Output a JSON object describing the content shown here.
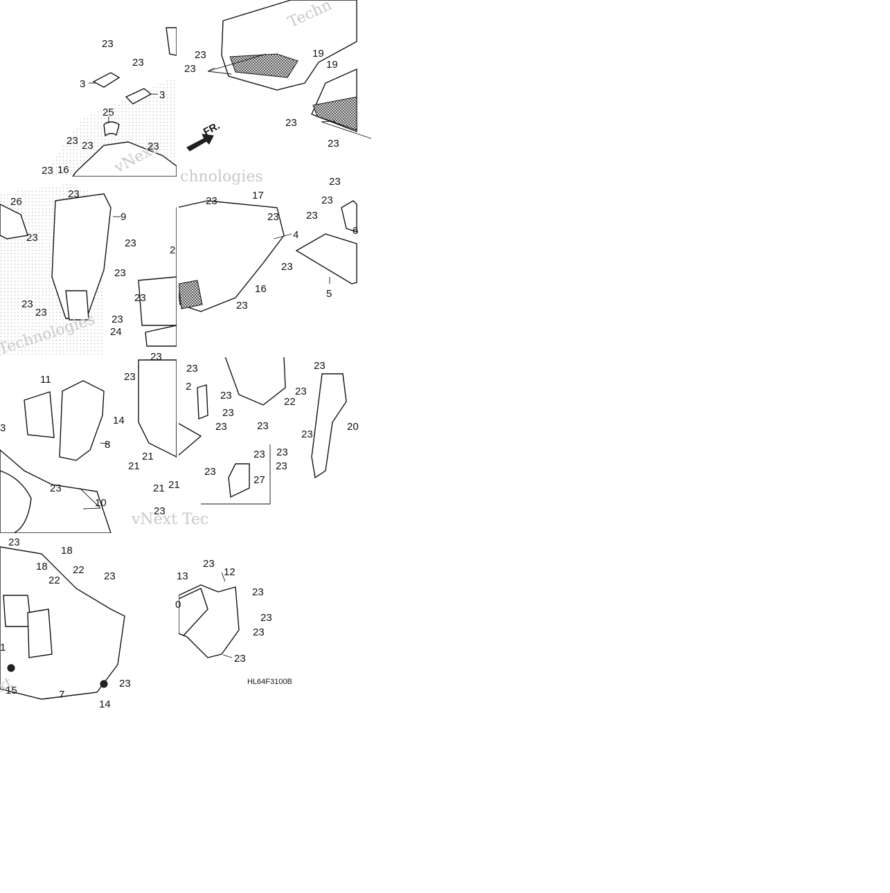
{
  "diagram": {
    "code": "HL64F3100B",
    "direction": "FR.",
    "watermarks": [
      "vNext",
      "Technologies",
      "vNext Tec",
      "chnologies",
      "xt",
      "Techn"
    ],
    "callouts": [
      {
        "t": "23"
      },
      {
        "t": "23"
      },
      {
        "t": "3"
      },
      {
        "t": "3"
      },
      {
        "t": "25"
      },
      {
        "t": "23"
      },
      {
        "t": "23"
      },
      {
        "t": "23"
      },
      {
        "t": "23"
      },
      {
        "t": "16"
      },
      {
        "t": "23"
      },
      {
        "t": "19"
      },
      {
        "t": "23"
      },
      {
        "t": "19"
      },
      {
        "t": "23"
      },
      {
        "t": "23"
      },
      {
        "t": "26"
      },
      {
        "t": "23"
      },
      {
        "t": "23"
      },
      {
        "t": "9"
      },
      {
        "t": "23"
      },
      {
        "t": "23"
      },
      {
        "t": "23"
      },
      {
        "t": "23"
      },
      {
        "t": "23"
      },
      {
        "t": "17"
      },
      {
        "t": "23"
      },
      {
        "t": "4"
      },
      {
        "t": "2"
      },
      {
        "t": "23"
      },
      {
        "t": "16"
      },
      {
        "t": "23"
      },
      {
        "t": "23"
      },
      {
        "t": "23"
      },
      {
        "t": "24"
      },
      {
        "t": "23"
      },
      {
        "t": "23"
      },
      {
        "t": "23"
      },
      {
        "t": "23"
      },
      {
        "t": "6"
      },
      {
        "t": "5"
      },
      {
        "t": "11"
      },
      {
        "t": "3"
      },
      {
        "t": "8"
      },
      {
        "t": "23"
      },
      {
        "t": "10"
      },
      {
        "t": "23"
      },
      {
        "t": "2"
      },
      {
        "t": "14"
      },
      {
        "t": "21"
      },
      {
        "t": "21"
      },
      {
        "t": "21"
      },
      {
        "t": "21"
      },
      {
        "t": "23"
      },
      {
        "t": "23"
      },
      {
        "t": "23"
      },
      {
        "t": "23"
      },
      {
        "t": "23"
      },
      {
        "t": "23"
      },
      {
        "t": "23"
      },
      {
        "t": "22"
      },
      {
        "t": "23"
      },
      {
        "t": "23"
      },
      {
        "t": "20"
      },
      {
        "t": "23"
      },
      {
        "t": "23"
      },
      {
        "t": "23"
      },
      {
        "t": "23"
      },
      {
        "t": "27"
      },
      {
        "t": "23"
      },
      {
        "t": "18"
      },
      {
        "t": "18"
      },
      {
        "t": "22"
      },
      {
        "t": "22"
      },
      {
        "t": "23"
      },
      {
        "t": "1"
      },
      {
        "t": "15"
      },
      {
        "t": "7"
      },
      {
        "t": "14"
      },
      {
        "t": "23"
      },
      {
        "t": "23"
      },
      {
        "t": "13"
      },
      {
        "t": "12"
      },
      {
        "t": "23"
      },
      {
        "t": "23"
      },
      {
        "t": "23"
      },
      {
        "t": "23"
      },
      {
        "t": "0"
      }
    ]
  }
}
